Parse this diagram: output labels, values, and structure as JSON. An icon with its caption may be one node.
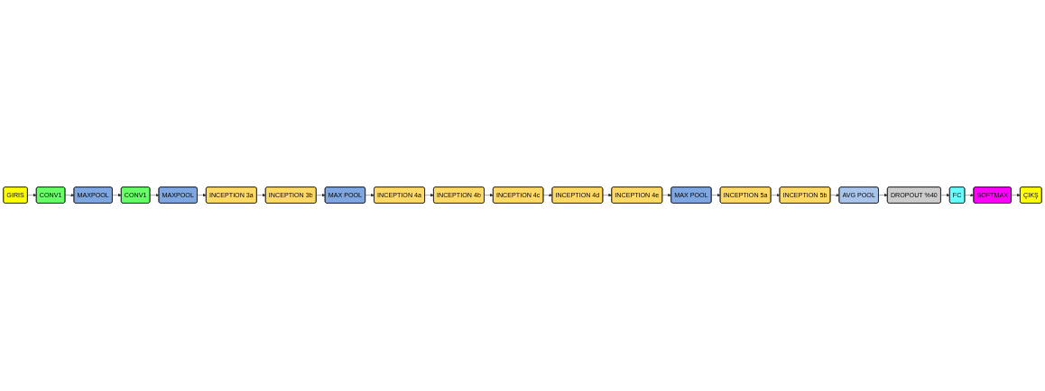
{
  "diagram": {
    "nodes": [
      {
        "text": [
          "GIRIS"
        ]
      },
      {
        "text": [
          "CONV1"
        ]
      },
      {
        "text": [
          "MAXPOOL"
        ]
      },
      {
        "text": [
          "CONV1"
        ]
      },
      {
        "text": [
          "MAXPOOL"
        ]
      },
      {
        "text": [
          "INCEPTION 3a"
        ]
      },
      {
        "text": [
          "INCEPTION 3b"
        ]
      },
      {
        "text": [
          "MAX POOL"
        ]
      },
      {
        "text": [
          "INCEPTION 4a"
        ]
      },
      {
        "text": [
          "INCEPTION 4b"
        ]
      },
      {
        "text": [
          "INCEPTION 4c"
        ]
      },
      {
        "text": [
          "INCEPTION 4d"
        ]
      },
      {
        "text": [
          "INCEPTION 4e"
        ]
      },
      {
        "text": [
          "MAX POOL"
        ]
      },
      {
        "text": [
          "INCEPTION 5a"
        ]
      },
      {
        "text": [
          "INCEPTION 5b"
        ]
      },
      {
        "text": [
          "AVG POOL"
        ]
      },
      {
        "text": [
          "DROPOUT %40"
        ]
      },
      {
        "text": [
          "FC"
        ]
      },
      {
        "text": [
          "SOFTMAX"
        ]
      },
      {
        "text": [
          "ÇIKŞ"
        ]
      }
    ],
    "edges": [
      {
        "from": 0,
        "to": 1,
        "arrow": "to"
      },
      {
        "from": 1,
        "to": 2,
        "arrow": "to"
      },
      {
        "from": 2,
        "to": 3,
        "arrow": "to"
      },
      {
        "from": 3,
        "to": 4,
        "arrow": "to"
      },
      {
        "from": 4,
        "to": 5,
        "arrow": "to"
      },
      {
        "from": 5,
        "to": 6,
        "arrow": "to"
      },
      {
        "from": 6,
        "to": 7,
        "arrow": "to"
      },
      {
        "from": 7,
        "to": 8,
        "arrow": "to"
      },
      {
        "from": 8,
        "to": 9,
        "arrow": "to"
      },
      {
        "from": 9,
        "to": 10,
        "arrow": "to"
      },
      {
        "from": 10,
        "to": 11,
        "arrow": "to"
      },
      {
        "from": 11,
        "to": 12,
        "arrow": "to"
      },
      {
        "from": 12,
        "to": 13,
        "arrow": "to"
      },
      {
        "from": 13,
        "to": 14,
        "arrow": "to"
      },
      {
        "from": 14,
        "to": 15,
        "arrow": "to"
      },
      {
        "from": 15,
        "to": 16,
        "arrow": "to"
      },
      {
        "from": 16,
        "to": 17,
        "arrow": "to"
      },
      {
        "from": 17,
        "to": 18,
        "arrow": "to"
      },
      {
        "from": 18,
        "to": 19,
        "arrow": "to"
      },
      {
        "from": 19,
        "to": 20,
        "arrow": "to"
      }
    ]
  }
}
